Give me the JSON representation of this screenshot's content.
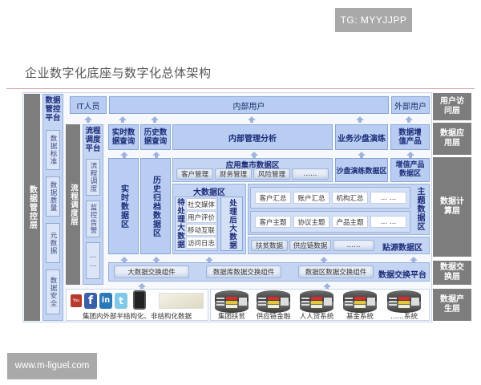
{
  "watermarks": {
    "top": "TG: MYYJJPP",
    "bottom": "www.m-liguel.com"
  },
  "title": "企业数字化底座与数字化总体架构",
  "layers": {
    "user_access": "用户访问层",
    "data_application": "数据应用层",
    "data_compute": "数据计算层",
    "data_exchange": "数据交换层",
    "data_generation": "数据产生层",
    "data_governance": "数据管控层",
    "workflow_scheduling": "流程调度层"
  },
  "governance_platform": {
    "title": "数据管控平台",
    "items": [
      "数据标准",
      "数据质量",
      "元数据",
      "数据安全"
    ]
  },
  "workflow_platform": {
    "title": "流程调度平台",
    "items": [
      "流程调度",
      "监控告警",
      "……"
    ]
  },
  "user_access": {
    "it_staff": "IT人员",
    "internal_users": "内部用户",
    "external_users": "外部用户"
  },
  "application": {
    "realtime_query": "实时数据查询",
    "history_query": "历史数据查询",
    "internal_analysis": "内部管理分析",
    "sandbox_drill": "业务沙盘演练",
    "value_added_products": "数据增值产品"
  },
  "compute": {
    "realtime_zone": "实时数据区",
    "history_zone": "历史归档数据区",
    "mart": {
      "title": "应用集市数据区",
      "items": [
        "客户管理",
        "财务管理",
        "风险管理",
        "……"
      ]
    },
    "sandbox_zone": "沙盘演练数据区",
    "value_added_zone": "增值产品数据区",
    "bigdata": {
      "title": "大数据区",
      "pending_label": "待处理大数据",
      "pending_items": [
        "社交媒体",
        "用户评价",
        "移动互联",
        "访问日志"
      ],
      "processed_label": "处理后大数据"
    },
    "subject": {
      "title": "主题数据区",
      "row1": [
        "客户汇总",
        "账户汇总",
        "机构汇总",
        "… …"
      ],
      "row2": [
        "客户主题",
        "协议主题",
        "产品主题",
        "… …"
      ]
    },
    "source": {
      "title": "贴源数据区",
      "items": [
        "扶贫数据",
        "供应链数据",
        "……"
      ]
    }
  },
  "exchange": {
    "title": "数据交换平台",
    "items": [
      "大数据交换组件",
      "数据库数据交换组件",
      "数据区数据交换组件"
    ]
  },
  "generation": {
    "external_caption": "集团内外部半结构化、非结构化数据",
    "social_icons": [
      "YouTube",
      "f",
      "in",
      "t"
    ],
    "systems": [
      "集团扶贫",
      "供应链金融",
      "人人贷系统",
      "基金系统",
      "……系统"
    ]
  },
  "colors": {
    "box_fill": "#b9cdf2",
    "box_border": "#8aa6d6",
    "layer_gray": "#7d7d7d",
    "text_navy": "#1b2b78",
    "title_rule": "#d9a6ad"
  }
}
